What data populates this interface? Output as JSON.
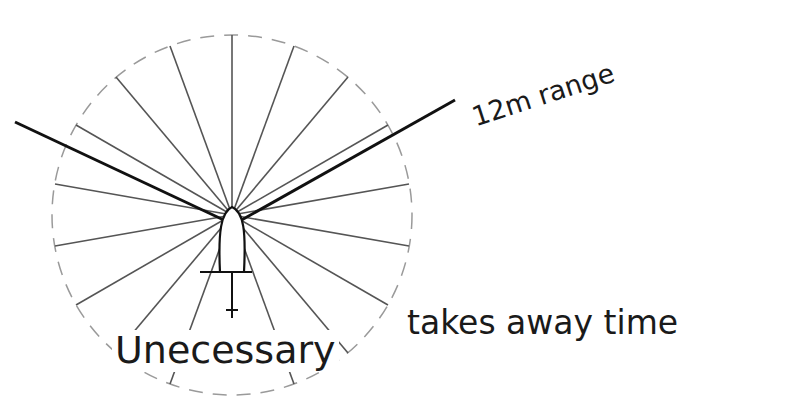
{
  "diagram": {
    "labels": [
      "12m range",
      "Unecessary",
      "takes away time"
    ]
  }
}
